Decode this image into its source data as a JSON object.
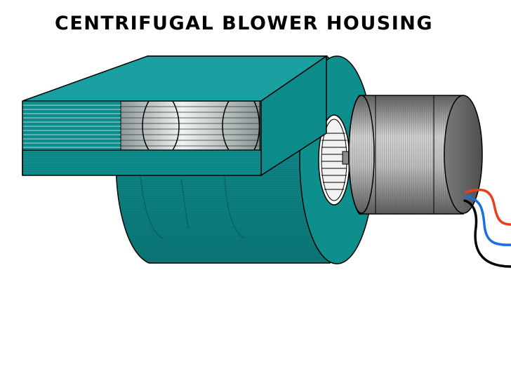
{
  "title": "CENTRIFUGAL BLOWER HOUSING",
  "colors": {
    "housing": "#0e8a8a",
    "housing_light": "#169c9c",
    "housing_dark": "#0a6f6f",
    "outline": "#000000",
    "wheel_light": "#e8f0f0",
    "wheel_mid": "#aeb8b8",
    "motor_light": "#c9c9c9",
    "motor_mid": "#9a9a9a",
    "motor_dark": "#6f6f6f",
    "wire_red": "#e8401c",
    "wire_blue": "#1a6fe0",
    "wire_black": "#000000"
  },
  "parts": [
    "blower-housing",
    "outlet-duct",
    "blower-wheel",
    "inlet-ring",
    "motor",
    "motor-wires"
  ]
}
